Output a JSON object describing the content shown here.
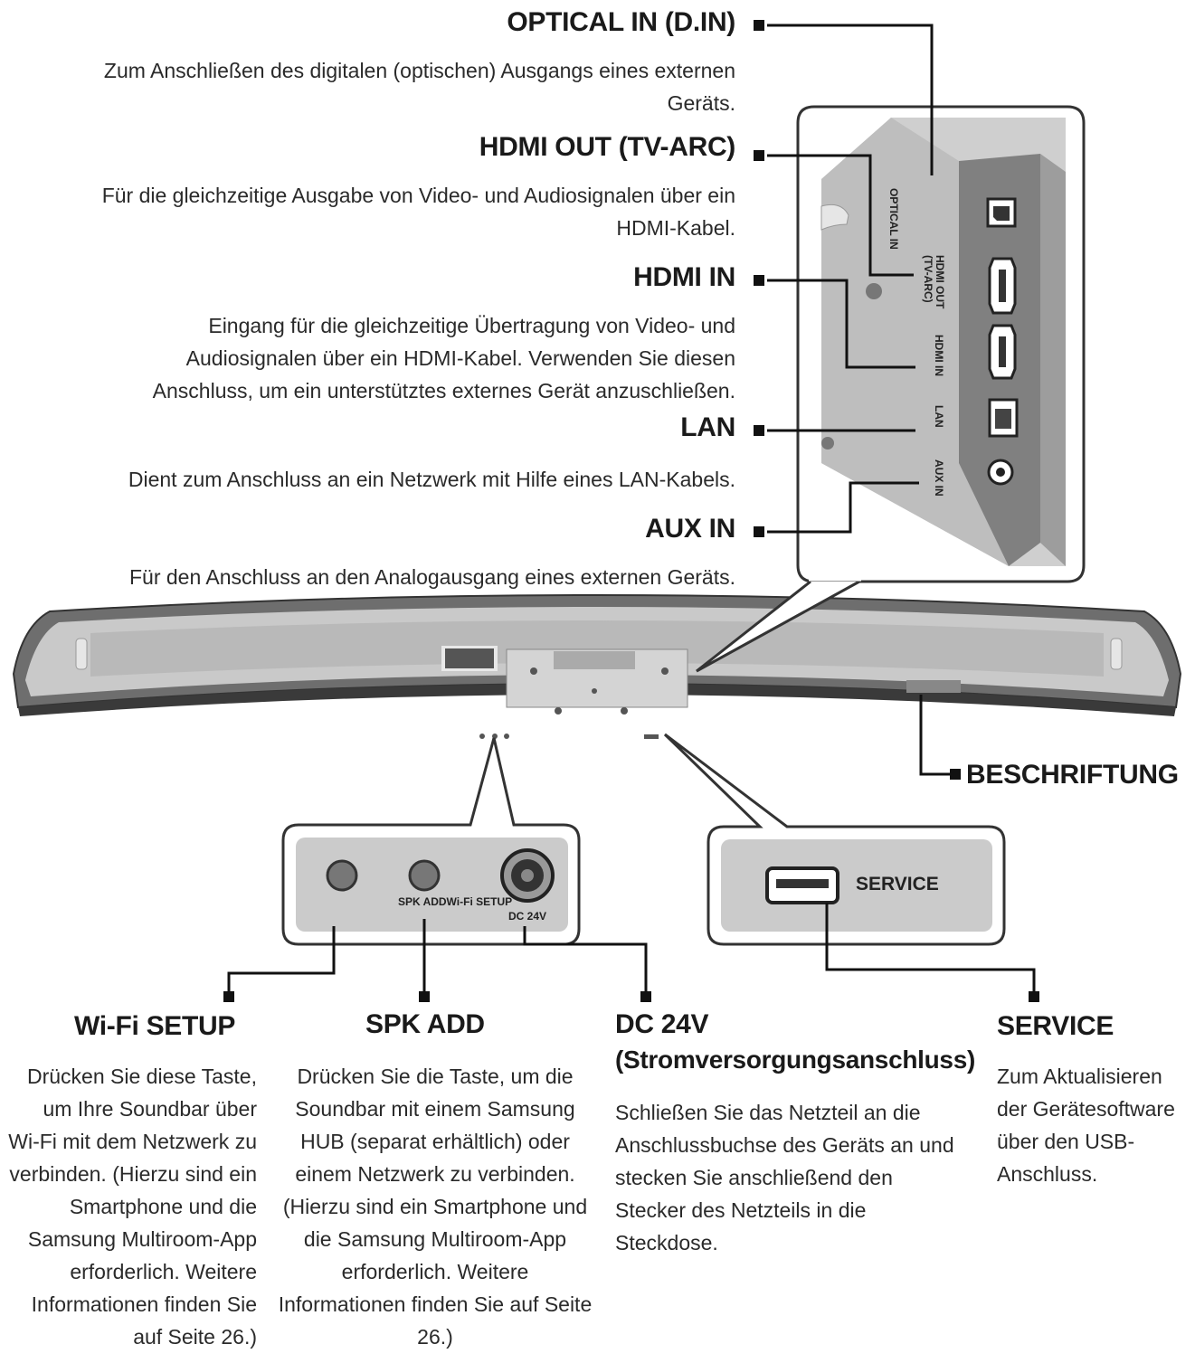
{
  "top_connectors": [
    {
      "title": "OPTICAL IN (D.IN)",
      "desc": "Zum Anschließen des digitalen (optischen) Ausgangs eines externen Geräts."
    },
    {
      "title": "HDMI OUT (TV-ARC)",
      "desc": "Für die gleichzeitige Ausgabe von Video- und Audiosignalen über ein HDMI-Kabel."
    },
    {
      "title": "HDMI IN",
      "desc": "Eingang für die gleichzeitige Übertragung von Video- und Audiosignalen über ein HDMI-Kabel. Verwenden Sie diesen Anschluss, um ein unterstütztes externes Gerät anzuschließen."
    },
    {
      "title": "LAN",
      "desc": "Dient zum Anschluss an ein Netzwerk mit Hilfe eines LAN-Kabels."
    },
    {
      "title": "AUX IN",
      "desc": "Für den Anschluss an den Analogausgang eines externen Geräts."
    }
  ],
  "panel_labels": [
    "OPTICAL IN",
    "HDMI OUT (TV-ARC)",
    "HDMI IN",
    "LAN",
    "AUX IN"
  ],
  "beschriftung": "BESCHRIFTUNG",
  "button_panel": {
    "labels_top": "SPK ADDWi-Fi SETUP",
    "label_dc": "DC 24V"
  },
  "service_panel": {
    "label": "SERVICE"
  },
  "bottom_connectors": [
    {
      "title": "Wi-Fi SETUP",
      "desc": "Drücken Sie diese Taste, um Ihre Soundbar über Wi-Fi mit dem Netzwerk zu verbinden. (Hierzu sind ein Smartphone und die Samsung Multiroom-App erforderlich. Weitere Informationen finden Sie auf Seite 26.)"
    },
    {
      "title": "SPK ADD",
      "desc": "Drücken Sie die Taste, um die Soundbar mit einem Samsung HUB (separat erhältlich) oder einem Netzwerk zu verbinden. (Hierzu sind ein Smartphone und die Samsung Multiroom-App erforderlich. Weitere Informationen finden Sie auf Seite 26.)"
    },
    {
      "title": "DC 24V",
      "subtitle": "(Stromversorgungsanschluss)",
      "desc": "Schließen Sie das Netzteil an die Anschlussbuchse des Geräts an und stecken Sie anschließend den Stecker des Netzteils in die Steckdose."
    },
    {
      "title": "SERVICE",
      "desc": "Zum Aktualisieren der Gerätesoftware über den USB-Anschluss."
    }
  ]
}
